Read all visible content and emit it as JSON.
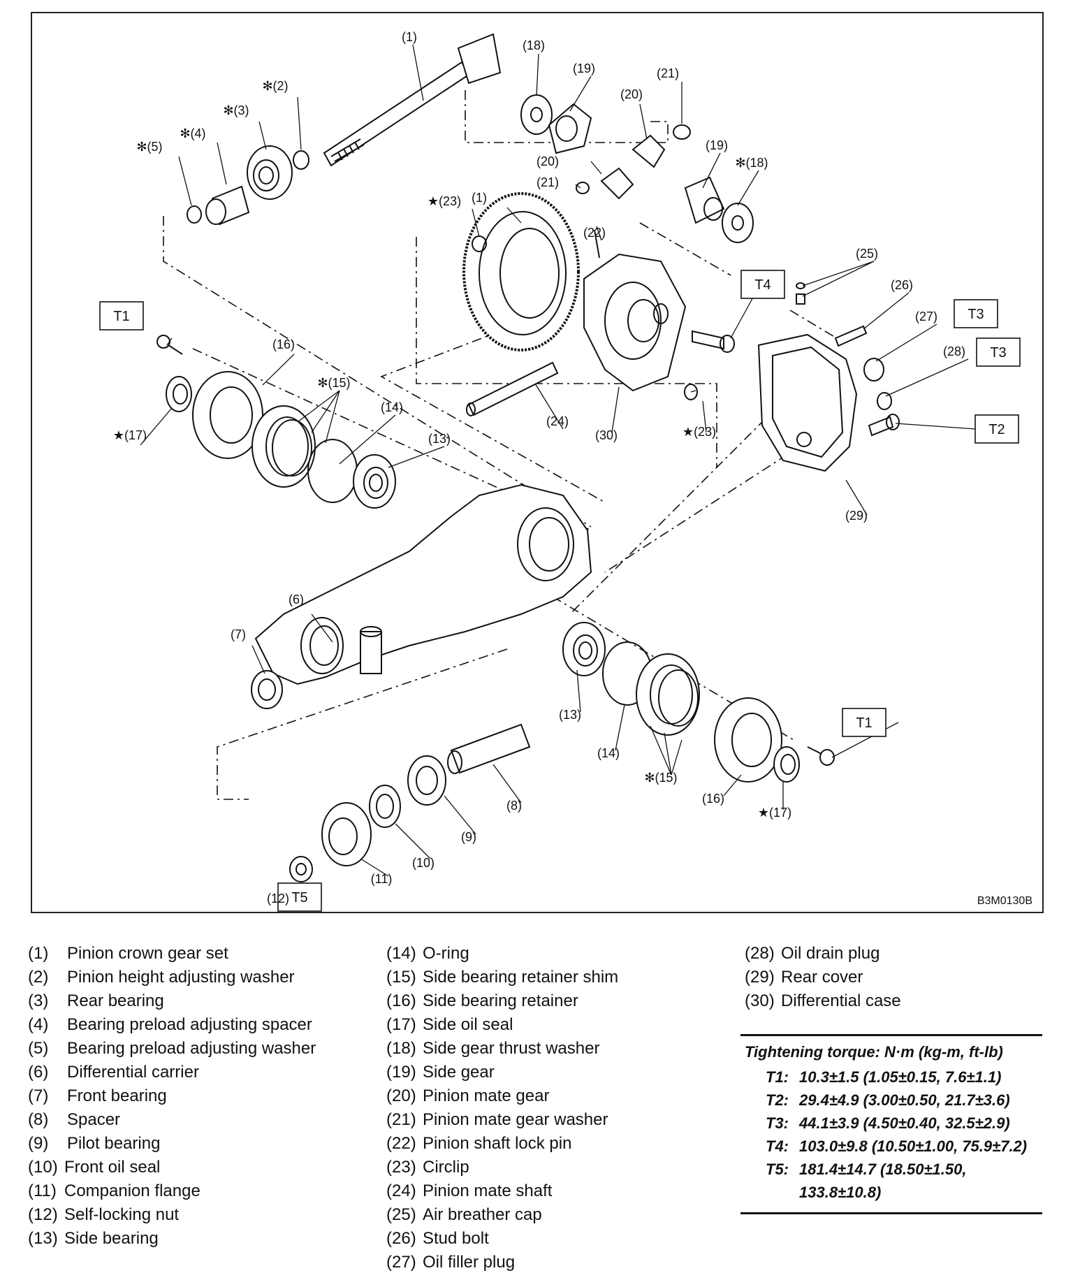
{
  "figure": {
    "id": "B3M0130B",
    "callouts": [
      {
        "num": "(1)",
        "prefix": ""
      },
      {
        "num": "(2)",
        "prefix": "✻"
      },
      {
        "num": "(3)",
        "prefix": "✻"
      },
      {
        "num": "(4)",
        "prefix": "✻"
      },
      {
        "num": "(5)",
        "prefix": "✻"
      },
      {
        "num": "(18)",
        "prefix": ""
      },
      {
        "num": "(19)",
        "prefix": ""
      },
      {
        "num": "(21)",
        "prefix": ""
      },
      {
        "num": "(20)",
        "prefix": ""
      },
      {
        "num": "(20)",
        "prefix": ""
      },
      {
        "num": "(21)",
        "prefix": ""
      },
      {
        "num": "(19)",
        "prefix": ""
      },
      {
        "num": "(18)",
        "prefix": "✻"
      },
      {
        "num": "(23)",
        "prefix": "★"
      },
      {
        "num": "(1)",
        "prefix": ""
      },
      {
        "num": "(22)",
        "prefix": ""
      },
      {
        "num": "(25)",
        "prefix": ""
      },
      {
        "num": "(26)",
        "prefix": ""
      },
      {
        "num": "(27)",
        "prefix": ""
      },
      {
        "num": "(28)",
        "prefix": ""
      },
      {
        "num": "(16)",
        "prefix": ""
      },
      {
        "num": "(15)",
        "prefix": "✻"
      },
      {
        "num": "(14)",
        "prefix": ""
      },
      {
        "num": "(13)",
        "prefix": ""
      },
      {
        "num": "(17)",
        "prefix": "★"
      },
      {
        "num": "(24)",
        "prefix": ""
      },
      {
        "num": "(30)",
        "prefix": ""
      },
      {
        "num": "(23)",
        "prefix": "★"
      },
      {
        "num": "(29)",
        "prefix": ""
      },
      {
        "num": "(6)",
        "prefix": ""
      },
      {
        "num": "(7)",
        "prefix": ""
      },
      {
        "num": "(13)",
        "prefix": ""
      },
      {
        "num": "(14)",
        "prefix": ""
      },
      {
        "num": "(15)",
        "prefix": "✻"
      },
      {
        "num": "(16)",
        "prefix": ""
      },
      {
        "num": "(17)",
        "prefix": "★"
      },
      {
        "num": "(8)",
        "prefix": ""
      },
      {
        "num": "(9)",
        "prefix": ""
      },
      {
        "num": "(10)",
        "prefix": ""
      },
      {
        "num": "(11)",
        "prefix": ""
      },
      {
        "num": "(12)",
        "prefix": ""
      }
    ],
    "torque_tags": [
      "T1",
      "T4",
      "T3",
      "T3",
      "T2",
      "T1",
      "T5"
    ]
  },
  "legend": {
    "col1": [
      {
        "num": "(1)",
        "text": "Pinion crown gear set"
      },
      {
        "num": "(2)",
        "text": "Pinion height adjusting washer"
      },
      {
        "num": "(3)",
        "text": "Rear bearing"
      },
      {
        "num": "(4)",
        "text": "Bearing preload adjusting spacer"
      },
      {
        "num": "(5)",
        "text": "Bearing preload adjusting washer"
      },
      {
        "num": "(6)",
        "text": "Differential carrier"
      },
      {
        "num": "(7)",
        "text": "Front bearing"
      },
      {
        "num": "(8)",
        "text": "Spacer"
      },
      {
        "num": "(9)",
        "text": "Pilot bearing"
      },
      {
        "num": "(10)",
        "text": "Front oil seal"
      },
      {
        "num": "(11)",
        "text": "Companion flange"
      },
      {
        "num": "(12)",
        "text": "Self-locking nut"
      },
      {
        "num": "(13)",
        "text": "Side bearing"
      }
    ],
    "col2": [
      {
        "num": "(14)",
        "text": "O-ring"
      },
      {
        "num": "(15)",
        "text": "Side bearing retainer shim"
      },
      {
        "num": "(16)",
        "text": "Side bearing retainer"
      },
      {
        "num": "(17)",
        "text": "Side oil seal"
      },
      {
        "num": "(18)",
        "text": "Side gear thrust washer"
      },
      {
        "num": "(19)",
        "text": "Side gear"
      },
      {
        "num": "(20)",
        "text": "Pinion mate gear"
      },
      {
        "num": "(21)",
        "text": "Pinion mate gear washer"
      },
      {
        "num": "(22)",
        "text": "Pinion shaft lock pin"
      },
      {
        "num": "(23)",
        "text": "Circlip"
      },
      {
        "num": "(24)",
        "text": "Pinion mate shaft"
      },
      {
        "num": "(25)",
        "text": "Air breather cap"
      },
      {
        "num": "(26)",
        "text": "Stud bolt"
      },
      {
        "num": "(27)",
        "text": "Oil filler plug"
      }
    ],
    "col3": [
      {
        "num": "(28)",
        "text": "Oil drain plug"
      },
      {
        "num": "(29)",
        "text": "Rear cover"
      },
      {
        "num": "(30)",
        "text": "Differential case"
      }
    ]
  },
  "torque": {
    "heading": "Tightening torque: N·m (kg-m, ft-lb)",
    "rows": [
      {
        "key": "T1:",
        "value": "10.3±1.5 (1.05±0.15, 7.6±1.1)"
      },
      {
        "key": "T2:",
        "value": "29.4±4.9 (3.00±0.50, 21.7±3.6)"
      },
      {
        "key": "T3:",
        "value": "44.1±3.9 (4.50±0.40, 32.5±2.9)"
      },
      {
        "key": "T4:",
        "value": "103.0±9.8 (10.50±1.00, 75.9±7.2)"
      },
      {
        "key": "T5:",
        "value": "181.4±14.7 (18.50±1.50, 133.8±10.8)"
      }
    ]
  }
}
